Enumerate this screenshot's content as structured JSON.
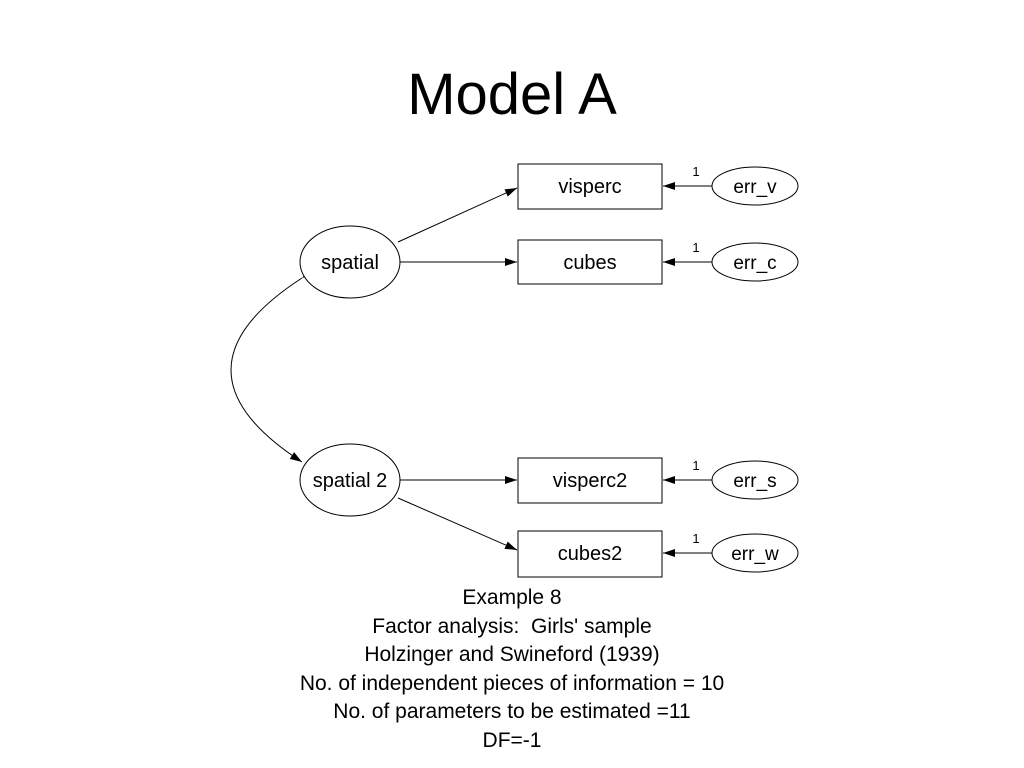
{
  "title": "Model A",
  "latents": {
    "spatial": "spatial",
    "spatial2": "spatial 2"
  },
  "observed": {
    "visperc": "visperc",
    "cubes": "cubes",
    "visperc2": "visperc2",
    "cubes2": "cubes2"
  },
  "errors": {
    "err_v": "err_v",
    "err_c": "err_c",
    "err_s": "err_s",
    "err_w": "err_w"
  },
  "weights": {
    "err_v": "1",
    "err_c": "1",
    "err_s": "1",
    "err_w": "1"
  },
  "caption": {
    "line1": "Example 8",
    "line2": "Factor analysis:  Girls' sample",
    "line3": "Holzinger and Swineford (1939)",
    "line4": "No. of independent pieces of information = 10",
    "line5": "No. of parameters to be estimated =11",
    "line6": "DF=-1"
  }
}
